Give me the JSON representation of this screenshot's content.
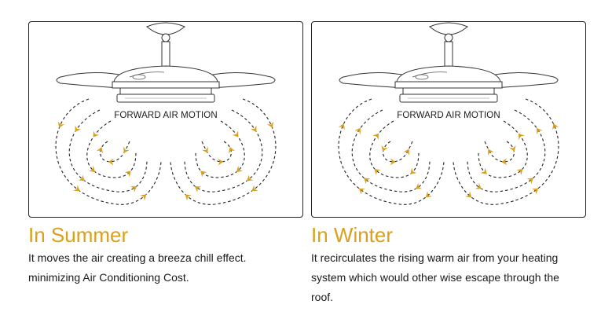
{
  "colors": {
    "accent": "#dba01a",
    "text": "#1a1a1a",
    "border": "#222222"
  },
  "icons": {
    "fan": "ceiling-fan-icon",
    "arrow": "airflow-arrow-icon"
  },
  "summer": {
    "label": "FORWARD AIR MOTION",
    "heading": "In Summer",
    "description": "It moves the air creating a breeza chill effect. minimizing Air Conditioning Cost."
  },
  "winter": {
    "label": "FORWARD AIR MOTION",
    "heading": "In Winter",
    "description": "It recirculates the rising warm air from your heating system which would other wise escape through the roof."
  }
}
